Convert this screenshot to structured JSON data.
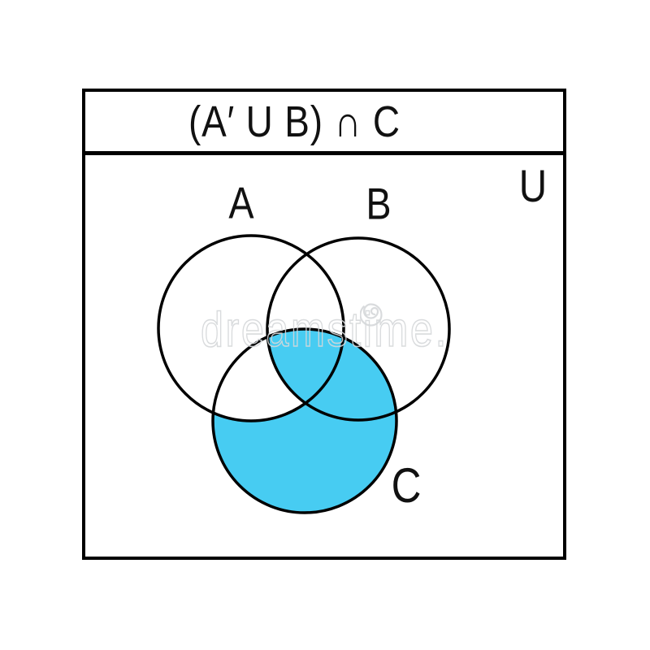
{
  "window": {
    "title": "(A′ U B) ∩ C"
  },
  "diagram": {
    "universal_set_label": "U",
    "set_a_label": "A",
    "set_b_label": "B",
    "set_c_label": "C",
    "shade_color": "#47CCF2",
    "outline_color": "#000000",
    "frame_color": "#000000"
  },
  "watermark": {
    "text": "dreamstime.",
    "logo": "spiral-icon",
    "color": "#d5d8da"
  }
}
